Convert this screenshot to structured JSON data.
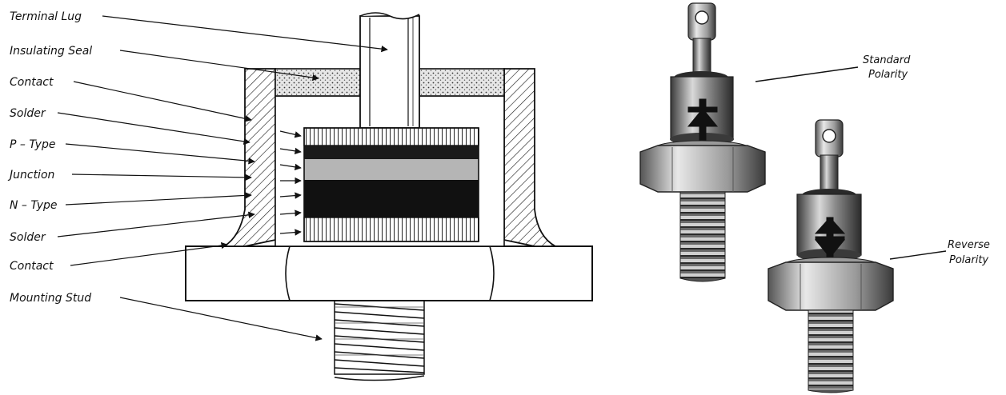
{
  "cross_section": {
    "labels": {
      "terminal_lug": "Terminal Lug",
      "insulating_seal": "Insulating Seal",
      "contact_top": "Contact",
      "solder_top": "Solder",
      "p_type": "P – Type",
      "junction": "Junction",
      "n_type": "N – Type",
      "solder_bottom": "Solder",
      "contact_bottom": "Contact",
      "mounting_stud": "Mounting Stud"
    }
  },
  "photos": {
    "standard": {
      "line1": "Standard",
      "line2": "Polarity"
    },
    "reverse": {
      "line1": "Reverse",
      "line2": "Polarity"
    }
  },
  "colors": {
    "ink": "#111111",
    "p_type": "#1a1a1a",
    "junction": "#b5b5b5",
    "n_type": "#111111",
    "seal_fill": "#d8d8d8",
    "metal_light": "#cfcfcf",
    "metal_dark": "#4a4a4a"
  }
}
